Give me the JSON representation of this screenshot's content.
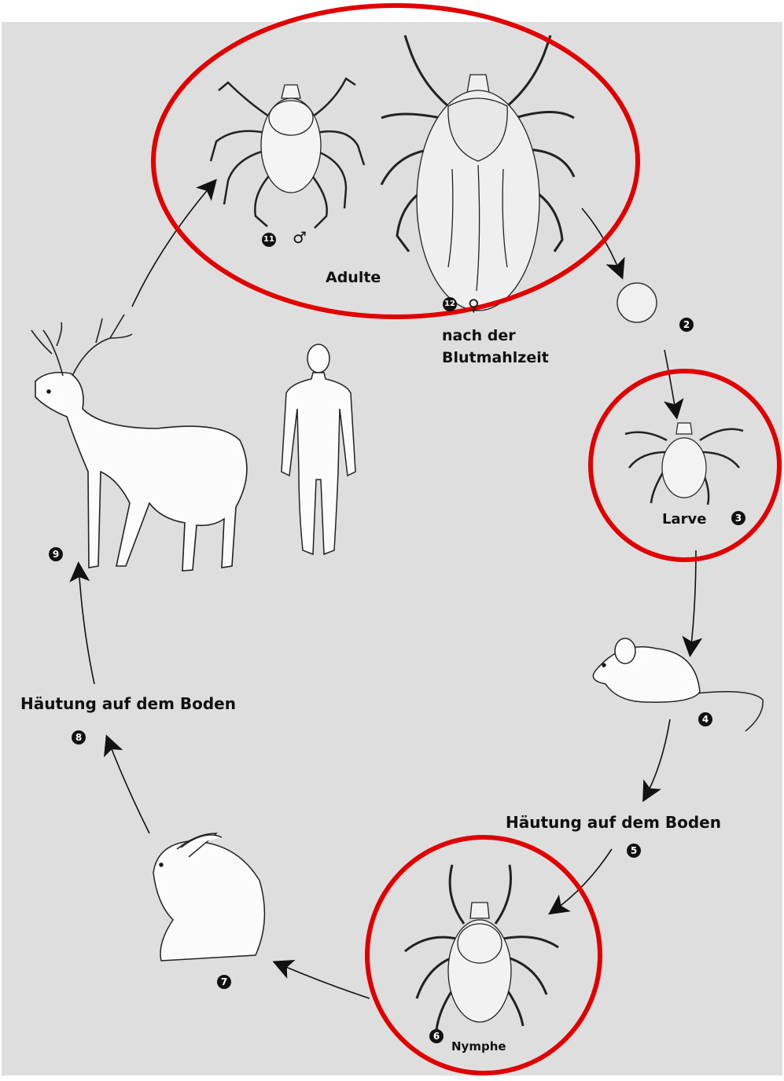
{
  "labels": {
    "adulte": "Adulte",
    "blood_meal_line1": "nach der",
    "blood_meal_line2": "Blutmahlzeit",
    "larve": "Larve",
    "molt_right": "Häutung auf dem Boden",
    "nymphe": "Nymphe",
    "molt_left": "Häutung auf dem Boden"
  },
  "markers": {
    "n11": "11",
    "male_symbol": "♂",
    "n12": "12",
    "female_symbol": "♀",
    "n2": "2",
    "n3": "3",
    "n4": "4",
    "n5": "5",
    "n6": "6",
    "n7": "7",
    "n8": "8",
    "n9": "9"
  },
  "highlight_color": "#e00000"
}
